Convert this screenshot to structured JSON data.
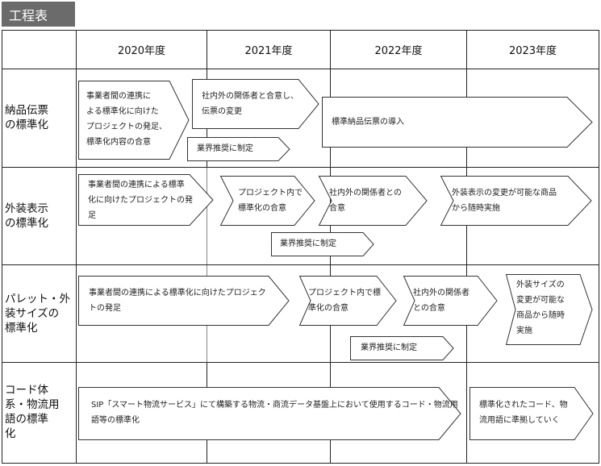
{
  "header": {
    "title": "工程表"
  },
  "years": [
    "2020年度",
    "2021年度",
    "2022年度",
    "2023年度"
  ],
  "rows": [
    {
      "label": "納品伝票\nの標準化"
    },
    {
      "label": "外装表示\nの標準化"
    },
    {
      "label": "パレット・外\n装サイズの\n標準化"
    },
    {
      "label": "コード体\n系・物流用\n語の標準\n化"
    }
  ],
  "tasks": {
    "r1_a": "事業者間の連携に\nよる標準化に向けた\nプロジェクトの発足、\n標準化内容の合意",
    "r1_b": "社内外の関係者と合意し、\n伝票の変更",
    "r1_c": "業界推奨に制定",
    "r1_d": "標準納品伝票の導入",
    "r2_a": "事業者間の連携による標準\n化に向けたプロジェクトの発\n足",
    "r2_b": "プロジェクト内で\n標準化の合意",
    "r2_c": "社内外の関係者との\n合意",
    "r2_d": "外装表示の変更が可能な商品\nから随時実施",
    "r2_e": "業界推奨に制定",
    "r3_a": "事業者間の連携による標準化に向けたプロジェク\nトの発足",
    "r3_b": "プロジェクト内で標\n準化の合意",
    "r3_c": "社内外の関係者\nとの合意",
    "r3_d": "外装サイズの\n変更が可能な\n商品から随時\n実施",
    "r3_e": "業界推奨に制定",
    "r4_a": "SIP「スマート物流サービス」にて構築する物流・商流データ基盤上において使用するコード・物流用\n語等の標準化",
    "r4_b": "標準化されたコード、物\n流用語に準拠していく"
  }
}
